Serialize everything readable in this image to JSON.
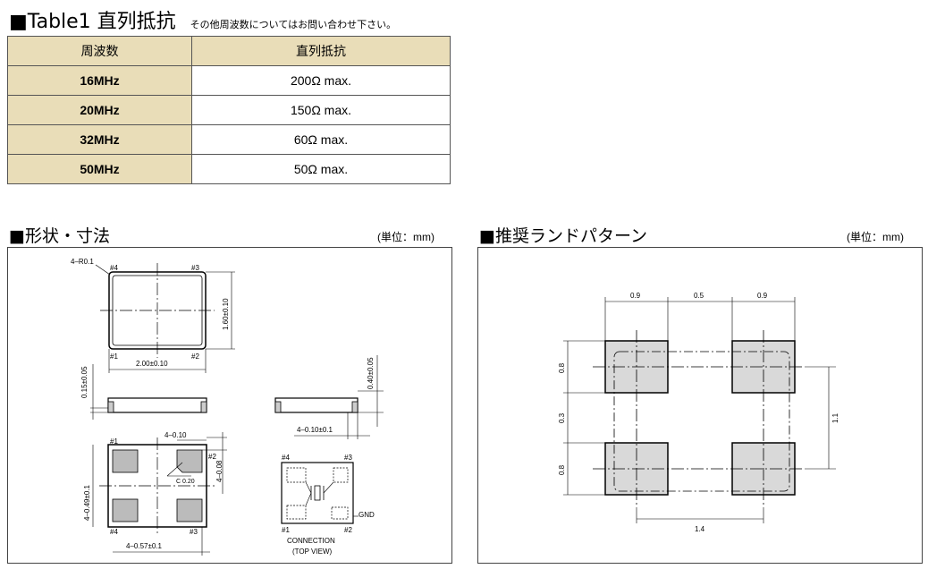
{
  "table_section": {
    "title": "■Table1 直列抵抗",
    "note": "その他周波数についてはお問い合わせ下さい。",
    "headers": [
      "周波数",
      "直列抵抗"
    ],
    "rows": [
      {
        "freq": "16MHz",
        "res": "200Ω max."
      },
      {
        "freq": "20MHz",
        "res": "150Ω max."
      },
      {
        "freq": "32MHz",
        "res": "60Ω max."
      },
      {
        "freq": "50MHz",
        "res": "50Ω max."
      }
    ]
  },
  "dimensions_section": {
    "title": "■形状・寸法",
    "unit": "(単位：mm)",
    "labels": {
      "corner_radius": "4–R0.1",
      "pin1": "#1",
      "pin2": "#2",
      "pin3": "#3",
      "pin4": "#4",
      "width": "2.00±0.10",
      "height": "1.60±0.10",
      "side_height": "0.15±0.05",
      "thickness": "0.40±0.05",
      "side_pad": "4–0.10±0.1",
      "pad_gap": "4–0.10",
      "pad_offset": "4–0.08",
      "chamfer": "C 0.20",
      "pad_height": "4–0.49±0.1",
      "pad_width": "4–0.57±0.1",
      "gnd": "GND",
      "connection": "CONNECTION",
      "top_view": "(TOP VIEW)"
    }
  },
  "land_section": {
    "title": "■推奨ランドパターン",
    "unit": "(単位：mm)",
    "labels": {
      "w1": "0.9",
      "gap": "0.5",
      "w2": "0.9",
      "h1": "0.8",
      "vgap": "0.3",
      "h2": "0.8",
      "span_v": "1.1",
      "span_h": "1.4"
    }
  }
}
